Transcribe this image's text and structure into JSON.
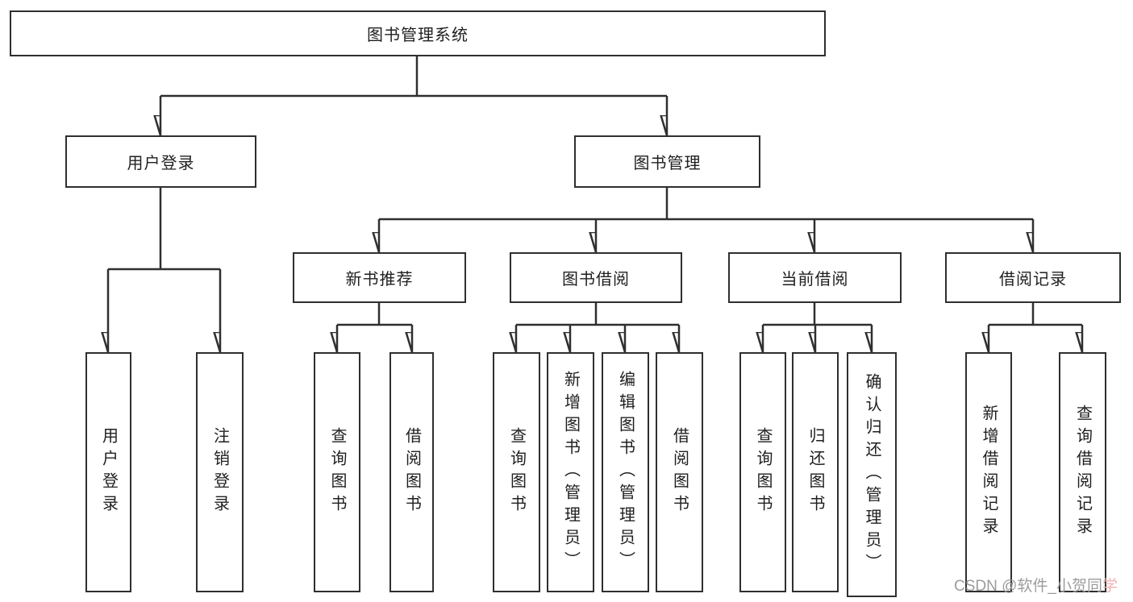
{
  "colors": {
    "line": "#2f2f2f",
    "text": "#1f1f1f",
    "box_bg": "#ffffff",
    "watermark_gray": "#9c9c9c",
    "watermark_pink": "#f0b2b2"
  },
  "diagram": {
    "root": {
      "label": "图书管理系统"
    },
    "branches": [
      {
        "label": "用户登录",
        "children": [
          {
            "label": "用户登录"
          },
          {
            "label": "注销登录"
          }
        ]
      },
      {
        "label": "图书管理",
        "children": [
          {
            "label": "新书推荐",
            "children": [
              {
                "label": "查询图书"
              },
              {
                "label": "借阅图书"
              }
            ]
          },
          {
            "label": "图书借阅",
            "children": [
              {
                "label": "查询图书"
              },
              {
                "label": "新增图书（管理员）"
              },
              {
                "label": "编辑图书（管理员）"
              },
              {
                "label": "借阅图书"
              }
            ]
          },
          {
            "label": "当前借阅",
            "children": [
              {
                "label": "查询图书"
              },
              {
                "label": "归还图书"
              },
              {
                "label": "确认归还（管理员）"
              }
            ]
          },
          {
            "label": "借阅记录",
            "children": [
              {
                "label": "新增借阅记录"
              },
              {
                "label": "查询借阅记录"
              }
            ]
          }
        ]
      }
    ]
  },
  "watermark": {
    "prefix": "CSDN @软件_小贺同",
    "suffix": "学"
  }
}
